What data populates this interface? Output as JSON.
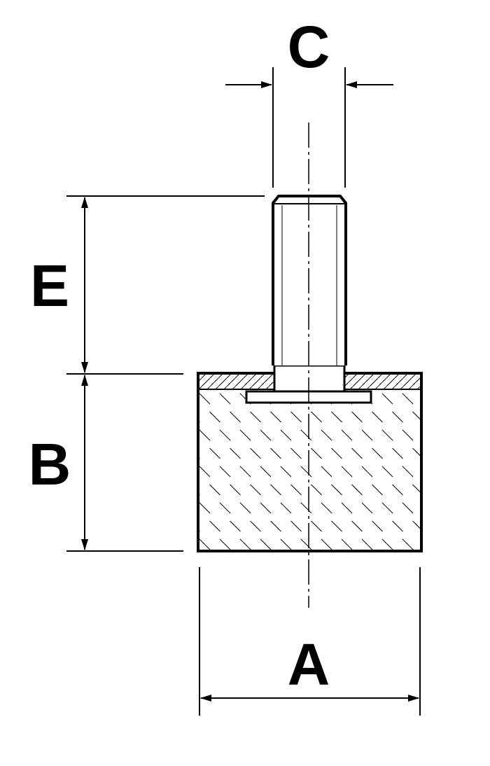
{
  "dimensions": {
    "A": "A",
    "B": "B",
    "C": "C",
    "E": "E"
  },
  "colors": {
    "line": "#000000",
    "background": "#ffffff"
  }
}
